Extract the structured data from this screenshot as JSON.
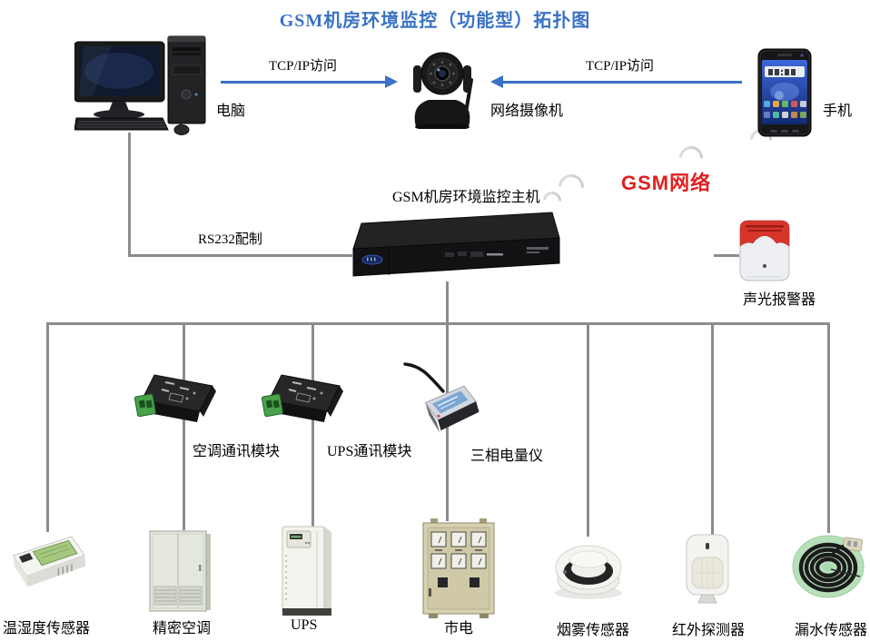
{
  "title": "GSM机房环境监控（功能型）拓扑图",
  "colors": {
    "accent_blue": "#3a72c4",
    "gsm_red": "#e02020",
    "connector_gray": "#8c8c8c"
  },
  "top": {
    "tcp_left": "TCP/IP访问",
    "tcp_right": "TCP/IP访问",
    "pc_label": "电脑",
    "camera_label": "网络摄像机",
    "phone_label": "手机"
  },
  "middle": {
    "host_label": "GSM机房环境监控主机",
    "gsm_network": "GSM网络",
    "rs232": "RS232配制",
    "alarm_label": "声光报警器"
  },
  "modules": [
    {
      "label": "空调通讯模块"
    },
    {
      "label": "UPS通讯模块"
    },
    {
      "label": "三相电量仪"
    }
  ],
  "devices": [
    {
      "label": "温湿度传感器"
    },
    {
      "label": "精密空调"
    },
    {
      "label": "UPS"
    },
    {
      "label": "市电"
    },
    {
      "label": "烟雾传感器"
    },
    {
      "label": "红外探测器"
    },
    {
      "label": "漏水传感器"
    }
  ]
}
